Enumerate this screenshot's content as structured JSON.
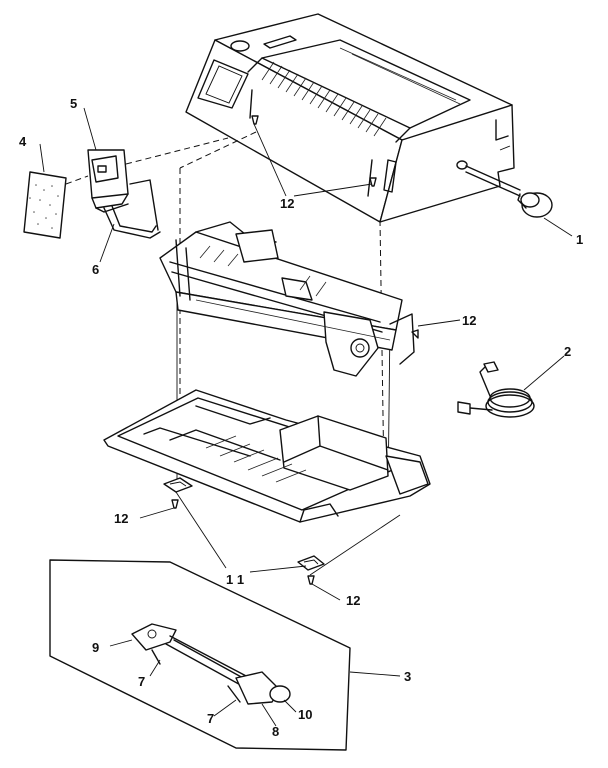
{
  "labels": {
    "l1": "1",
    "l2": "2",
    "l3": "3",
    "l4": "4",
    "l5": "5",
    "l6": "6",
    "l7a": "7",
    "l7b": "7",
    "l8": "8",
    "l9": "9",
    "l10": "10",
    "l11": "1 1",
    "l12a": "12",
    "l12b": "12",
    "l12c": "12",
    "l12d": "12"
  }
}
